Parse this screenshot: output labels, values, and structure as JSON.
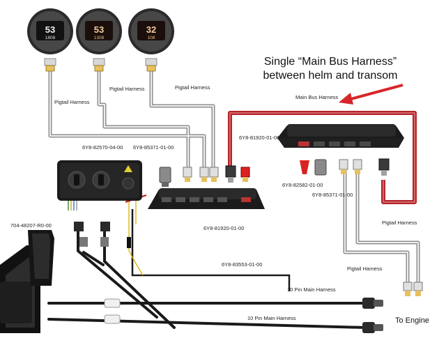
{
  "callout": {
    "line1": "Single “Main Bus Harness”",
    "line2": "between helm and transom"
  },
  "labels": {
    "pigtail_1": "Pigtail Harness",
    "pigtail_2": "Pigtail Harness",
    "pigtail_3": "Pigtail Harness",
    "pigtail_4": "Pigtail Harness",
    "pigtail_5": "Pigtail Harness",
    "main_bus": "Main Bus Harness",
    "ten_pin_1": "10 Pin Main Harness",
    "ten_pin_2": "10 Pin Main Harness",
    "to_engine": "To Engine"
  },
  "parts": {
    "key_switch_panel": "6Y8-82570-04-00",
    "connector_a": "6Y8-85371-01-00",
    "hub_left": "6Y8-81920-01-00",
    "hub_right": "6Y8-81920-01-00",
    "terminator": "6Y8-82582-01-00",
    "connector_b": "6Y8-85371-01-00",
    "power_harness": "6Y8-83553-01-00",
    "control": "704-48207-R0-00"
  },
  "gauges": [
    {
      "readout_top": "53",
      "readout_bottom": "1808"
    },
    {
      "readout_top": "53",
      "readout_bottom": "1308"
    },
    {
      "readout_top": "32",
      "readout_bottom": "108"
    }
  ],
  "colors": {
    "red_harness": "#b3262b",
    "arrow": "#d6262b",
    "grey_cable": "#9a9a9a",
    "black_cable": "#1a1a1a",
    "yellow_wire": "#d9b300"
  }
}
